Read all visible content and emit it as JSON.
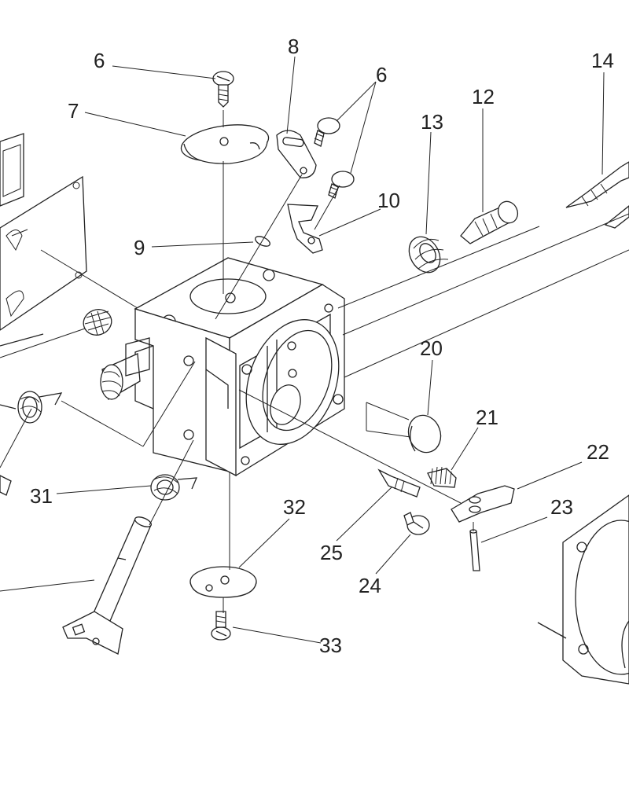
{
  "labels": {
    "l6a": "6",
    "l7": "7",
    "l8": "8",
    "l6b": "6",
    "l12": "12",
    "l13": "13",
    "l14": "14",
    "l9": "9",
    "l10": "10",
    "l20": "20",
    "l21": "21",
    "l22": "22",
    "l23": "23",
    "l31": "31",
    "l32": "32",
    "l25": "25",
    "l24": "24",
    "l33": "33"
  }
}
